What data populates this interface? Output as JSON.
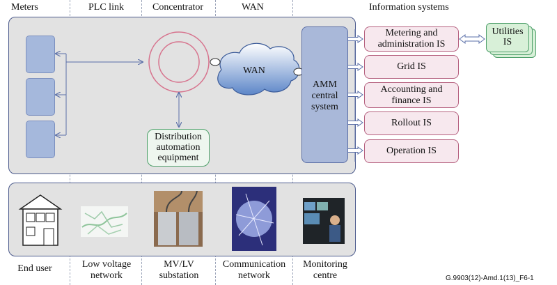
{
  "headers": {
    "meters": "Meters",
    "plc_link": "PLC link",
    "concentrator": "Concentrator",
    "wan": "WAN",
    "information_systems": "Information systems"
  },
  "labels": {
    "wan_cloud": "WAN",
    "distribution_automation": [
      "Distribution",
      "automation",
      "equipment"
    ],
    "amm": [
      "AMM",
      "central",
      "system"
    ],
    "utilities_is": [
      "Utilities",
      "IS"
    ]
  },
  "is_boxes": [
    [
      "Metering and",
      "administration IS"
    ],
    [
      "Grid IS"
    ],
    [
      "Accounting and",
      "finance IS"
    ],
    [
      "Rollout IS"
    ],
    [
      "Operation IS"
    ]
  ],
  "footers": {
    "end_user": [
      "End user"
    ],
    "low_voltage": [
      "Low voltage",
      "network"
    ],
    "substation": [
      "MV/LV",
      "substation"
    ],
    "communication": [
      "Communication",
      "network"
    ],
    "monitoring": [
      "Monitoring",
      "centre"
    ]
  },
  "figure_id": "G.9903(12)-Amd.1(13)_F6-1",
  "colors": {
    "panel": "#e2e2e2",
    "panel_border": "#4b5a8c",
    "meter": "#a5b8dc",
    "ring": "#d7748e",
    "is_fill": "#f7e8ee",
    "is_border": "#b5607f",
    "green_border": "#4ea06a"
  }
}
